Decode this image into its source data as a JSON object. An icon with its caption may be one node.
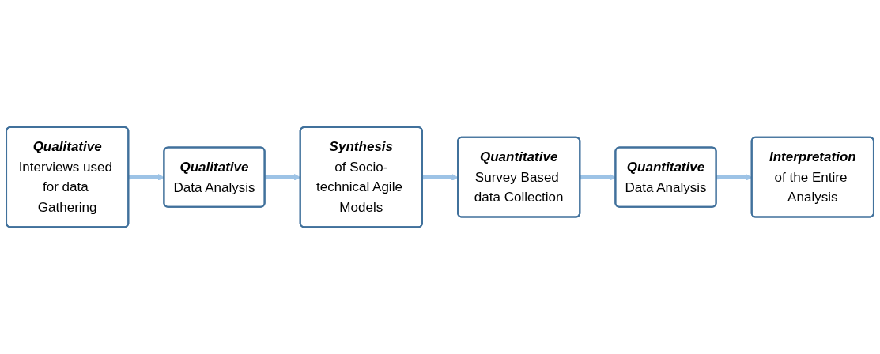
{
  "diagram": {
    "nodes": [
      {
        "text": [
          "Qualitative",
          "Interviews used for data Gathering"
        ]
      },
      {
        "text": [
          "Qualitative",
          "Data Analysis"
        ]
      },
      {
        "text": [
          "Synthesis",
          "of Socio-technical Agile Models"
        ]
      },
      {
        "text": [
          "Quantitative",
          "Survey Based data Collection"
        ]
      },
      {
        "text": [
          "Quantitative",
          "Data Analysis"
        ]
      },
      {
        "text": [
          "Interpretation",
          "of the Entire Analysis"
        ]
      }
    ],
    "edges": [
      {
        "from": 0,
        "to": 1,
        "arrow": "to"
      },
      {
        "from": 1,
        "to": 2,
        "arrow": "to"
      },
      {
        "from": 2,
        "to": 3,
        "arrow": "to"
      },
      {
        "from": 3,
        "to": 4,
        "arrow": "to"
      },
      {
        "from": 4,
        "to": 5,
        "arrow": "to"
      }
    ]
  }
}
